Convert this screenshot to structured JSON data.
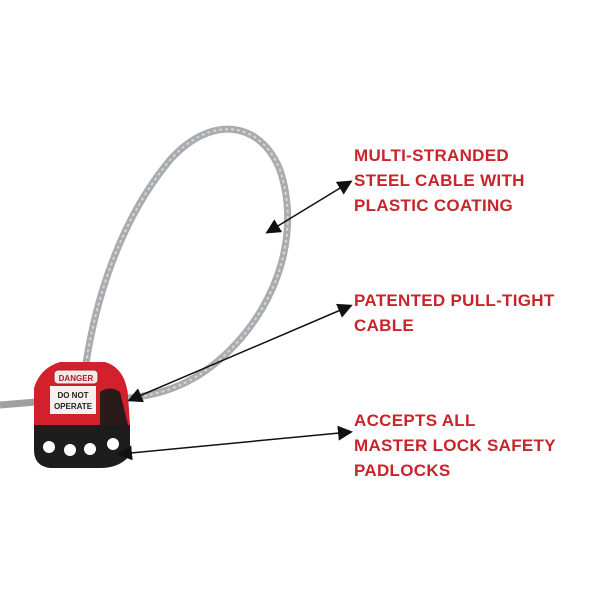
{
  "callouts": [
    {
      "lines": [
        "MULTI-STRANDED",
        "STEEL CABLE WITH",
        "PLASTIC COATING"
      ]
    },
    {
      "lines": [
        "PATENTED PULL-TIGHT",
        "CABLE"
      ]
    },
    {
      "lines": [
        "ACCEPTS ALL",
        "MASTER LOCK SAFETY",
        "PADLOCKS"
      ]
    }
  ],
  "lock_label": {
    "tag": "DANGER",
    "line1": "DO NOT",
    "line2": "OPERATE"
  },
  "colors": {
    "text": "#c8242b",
    "lock_red": "#d3202a",
    "cable": "#a9acae",
    "base": "#1d1d1d"
  }
}
